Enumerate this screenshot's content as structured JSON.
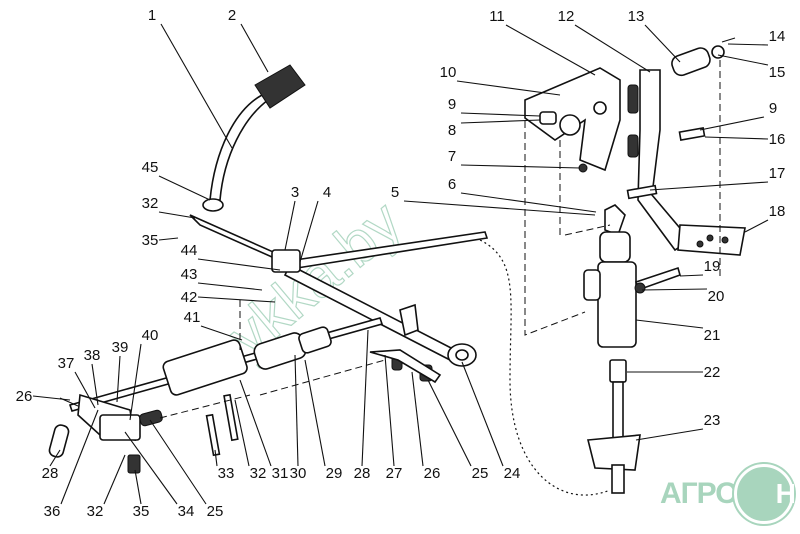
{
  "diagram": {
    "title": "Clutch pedal linkage assembly",
    "callouts": [
      "1",
      "2",
      "3",
      "4",
      "5",
      "6",
      "7",
      "8",
      "9",
      "10",
      "11",
      "12",
      "13",
      "14",
      "15",
      "9",
      "16",
      "17",
      "18",
      "19",
      "20",
      "21",
      "22",
      "23",
      "24",
      "25",
      "26",
      "27",
      "28",
      "29",
      "30",
      "31",
      "32",
      "33",
      "25",
      "34",
      "35",
      "32",
      "36",
      "28",
      "26",
      "37",
      "38",
      "39",
      "40",
      "41",
      "42",
      "43",
      "44",
      "45",
      "32",
      "35"
    ]
  },
  "watermark": {
    "text": "ykka.by"
  },
  "logo": {
    "left": "АГРО",
    "right": "НКА"
  }
}
